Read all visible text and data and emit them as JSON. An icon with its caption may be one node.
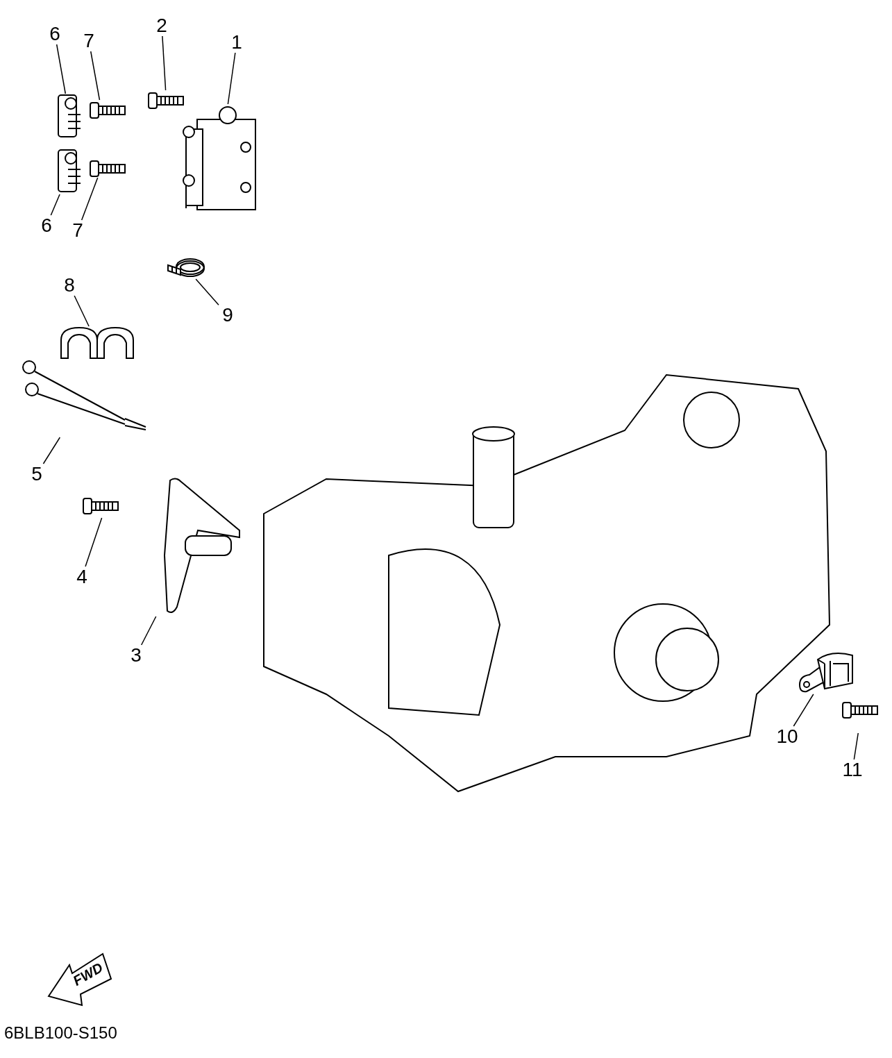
{
  "diagram": {
    "nodes": [
      {
        "text": [
          "2"
        ]
      },
      {
        "text": [
          "6"
        ]
      },
      {
        "text": [
          "7"
        ]
      },
      {
        "text": [
          "1"
        ]
      },
      {
        "text": [
          "6"
        ]
      },
      {
        "text": [
          "7"
        ]
      },
      {
        "text": [
          "8"
        ]
      },
      {
        "text": [
          "9"
        ]
      },
      {
        "text": [
          "5"
        ]
      },
      {
        "text": [
          "4"
        ]
      },
      {
        "text": [
          "3"
        ]
      },
      {
        "text": [
          "10"
        ]
      },
      {
        "text": [
          "11"
        ]
      },
      {
        "text": [],
        "shape": "picture"
      },
      {
        "text": [],
        "shape": "picture"
      },
      {
        "text": [],
        "shape": "picture"
      },
      {
        "text": [],
        "shape": "picture"
      },
      {
        "text": [],
        "shape": "picture"
      },
      {
        "text": [],
        "shape": "picture"
      },
      {
        "text": [],
        "shape": "picture"
      },
      {
        "text": [],
        "shape": "picture"
      },
      {
        "text": [],
        "shape": "picture"
      },
      {
        "text": [],
        "shape": "picture"
      },
      {
        "text": [],
        "shape": "picture"
      },
      {
        "text": [],
        "shape": "picture"
      },
      {
        "text": [],
        "shape": "picture"
      }
    ],
    "edges": [
      {
        "from": 0,
        "to": 13,
        "arrow": "none"
      },
      {
        "from": 1,
        "to": 14,
        "arrow": "none"
      },
      {
        "from": 2,
        "to": 15,
        "arrow": "none"
      },
      {
        "from": 3,
        "to": 16,
        "arrow": "none"
      },
      {
        "from": 4,
        "to": 17,
        "arrow": "none"
      },
      {
        "from": 5,
        "to": 18,
        "arrow": "none"
      },
      {
        "from": 6,
        "to": 19,
        "arrow": "none"
      },
      {
        "from": 7,
        "to": 20,
        "arrow": "none"
      },
      {
        "from": 8,
        "to": 21,
        "arrow": "none"
      },
      {
        "from": 9,
        "to": 22,
        "arrow": "none"
      },
      {
        "from": 10,
        "to": 23,
        "arrow": "none"
      },
      {
        "from": 11,
        "to": 24,
        "arrow": "none"
      },
      {
        "from": 12,
        "to": 25,
        "arrow": "none"
      }
    ],
    "labels": [
      "FWD",
      "6BLB100-S150"
    ]
  }
}
